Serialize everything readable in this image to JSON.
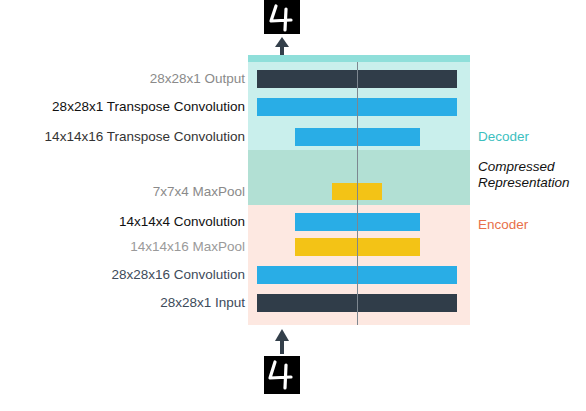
{
  "diagram": {
    "nodes": [
      {
        "text": [
          "Decoder"
        ]
      },
      {
        "text": [
          "28x28x1 Output"
        ],
        "in": 0
      },
      {
        "text": [
          "28x28x1 Transpose Convolution"
        ],
        "in": 0
      },
      {
        "text": [
          "14x14x16 Transpose Convolution"
        ],
        "in": 0
      },
      {
        "text": [
          "Compressed Representation"
        ]
      },
      {
        "text": [
          "7x7x4 MaxPool"
        ],
        "in": 4
      },
      {
        "text": [
          "Encoder"
        ]
      },
      {
        "text": [
          "14x14x4 Convolution"
        ],
        "in": 6
      },
      {
        "text": [
          "14x14x16 MaxPool"
        ],
        "in": 6
      },
      {
        "text": [
          "28x28x16 Convolution"
        ],
        "in": 6
      },
      {
        "text": [
          "28x28x1 Input"
        ],
        "in": 6
      }
    ]
  }
}
